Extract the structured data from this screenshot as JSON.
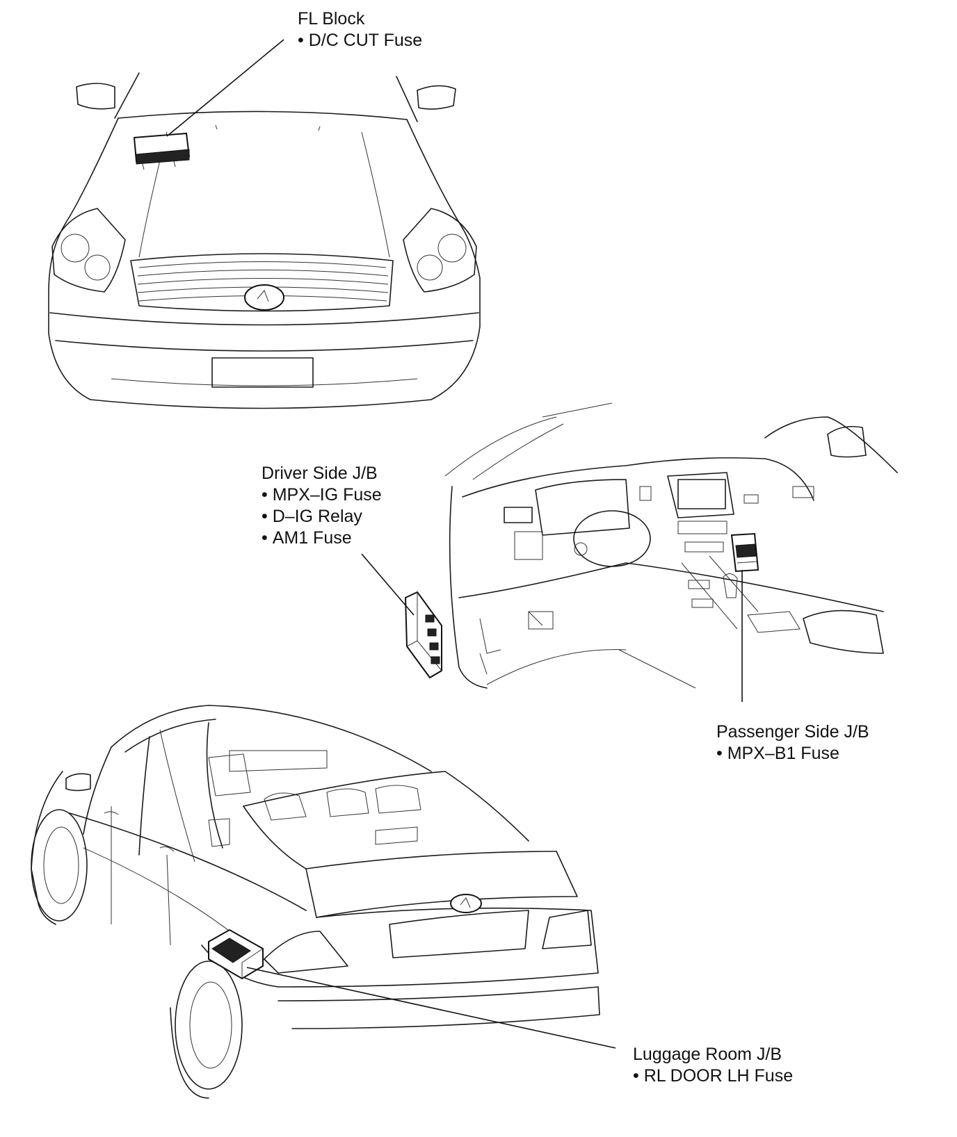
{
  "callouts": {
    "fl_block": {
      "title": "FL Block",
      "items": [
        "D/C CUT Fuse"
      ]
    },
    "driver_jb": {
      "title": "Driver Side J/B",
      "items": [
        "MPX–IG Fuse",
        "D–IG Relay",
        "AM1 Fuse"
      ]
    },
    "passenger_jb": {
      "title": "Passenger Side J/B",
      "items": [
        "MPX–B1 Fuse"
      ]
    },
    "luggage_jb": {
      "title": "Luggage Room J/B",
      "items": [
        "RL DOOR LH Fuse"
      ]
    }
  }
}
